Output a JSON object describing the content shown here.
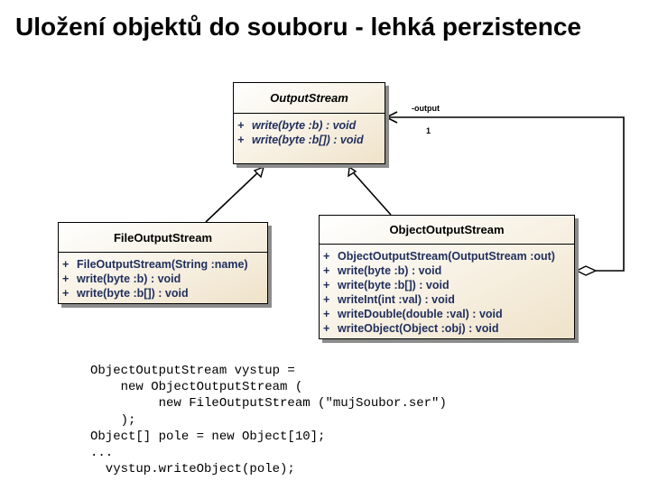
{
  "slide": {
    "title": "Uložení objektů do souboru - lehká perzistence"
  },
  "classes": {
    "output_stream": {
      "name": "OutputStream",
      "operations": [
        {
          "visibility": "+",
          "signature": "write(byte :b) : void"
        },
        {
          "visibility": "+",
          "signature": "write(byte :b[]) : void"
        }
      ]
    },
    "file_output_stream": {
      "name": "FileOutputStream",
      "operations": [
        {
          "visibility": "+",
          "signature": "FileOutputStream(String :name)"
        },
        {
          "visibility": "+",
          "signature": "write(byte :b) : void"
        },
        {
          "visibility": "+",
          "signature": "write(byte :b[]) : void"
        }
      ]
    },
    "object_output_stream": {
      "name": "ObjectOutputStream",
      "operations": [
        {
          "visibility": "+",
          "signature": "ObjectOutputStream(OutputStream :out)"
        },
        {
          "visibility": "+",
          "signature": "write(byte :b) : void"
        },
        {
          "visibility": "+",
          "signature": "write(byte :b[]) : void"
        },
        {
          "visibility": "+",
          "signature": "writeInt(int :val) : void"
        },
        {
          "visibility": "+",
          "signature": "writeDouble(double :val) : void"
        },
        {
          "visibility": "+",
          "signature": "writeObject(Object :obj) : void"
        }
      ]
    }
  },
  "association": {
    "role": "-output",
    "multiplicity": "1"
  },
  "code_lines": [
    "ObjectOutputStream vystup =",
    "    new ObjectOutputStream (",
    "         new FileOutputStream (\"mujSoubor.ser\")",
    "    );",
    "Object[] pole = new Object[10];",
    "...",
    "  vystup.writeObject(pole);"
  ]
}
